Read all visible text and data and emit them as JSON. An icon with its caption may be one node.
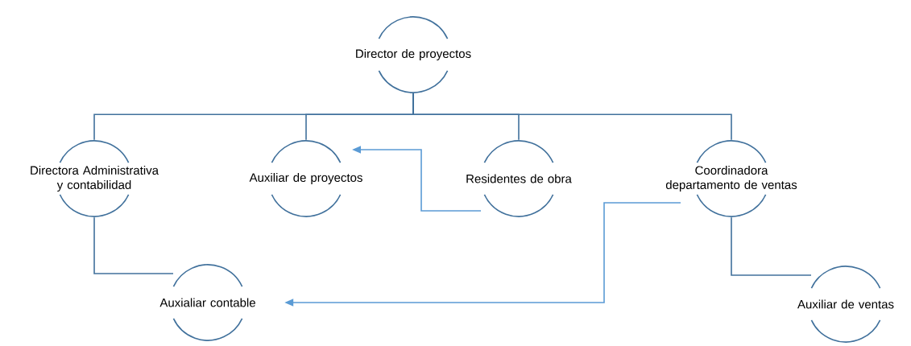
{
  "diagram": {
    "nodes": [
      {
        "text": [
          "Director de proyectos"
        ]
      },
      {
        "text": [
          "Directora Administrativa y contabilidad"
        ]
      },
      {
        "text": [
          "Auxiliar de proyectos"
        ]
      },
      {
        "text": [
          "Residentes de obra"
        ]
      },
      {
        "text": [
          "Coordinadora departamento de ventas"
        ]
      },
      {
        "text": [
          "Auxialiar contable"
        ]
      },
      {
        "text": [
          "Auxiliar de ventas"
        ]
      }
    ],
    "edges": [
      {
        "from": 0,
        "to": 1,
        "arrow": "none"
      },
      {
        "from": 0,
        "to": 2,
        "arrow": "none"
      },
      {
        "from": 0,
        "to": 3,
        "arrow": "none"
      },
      {
        "from": 0,
        "to": 4,
        "arrow": "none"
      },
      {
        "from": 1,
        "to": 5,
        "arrow": "none"
      },
      {
        "from": 4,
        "to": 6,
        "arrow": "none"
      },
      {
        "from": 3,
        "to": 2,
        "arrow": "to",
        "color": "#5b9bd5"
      },
      {
        "from": 4,
        "to": 5,
        "arrow": "to",
        "color": "#5b9bd5"
      }
    ]
  }
}
